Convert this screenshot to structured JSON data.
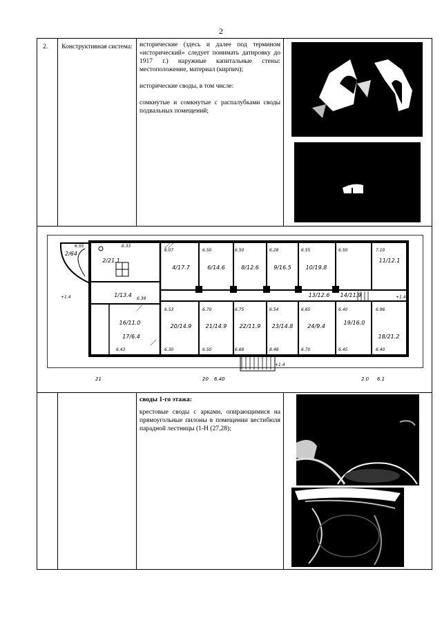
{
  "page": {
    "number": "2"
  },
  "row1": {
    "index": "2.",
    "system_label": "Конструктивная система:",
    "paragraphs": [
      "исторические (здесь и далее под термином «исторический» следует понимать датировку до 1917 г.) наружные капитальные стены: местоположение, материал (кирпич);",
      "исторические своды, в том числе:",
      "сомкнутые и сомкнутые с распалубками своды подвальных помещений;"
    ]
  },
  "row3": {
    "heading": "своды 1-го этажа:",
    "paragraph": "крестовые своды с арками, опирающимися на прямоугольные пилоны в помещении вестибюля парадной лестницы (1-Н (27,28);"
  },
  "plan": {
    "room_labels": [
      "2/64",
      "2/21.1",
      "1/13.4",
      "4/17.7",
      "6/14.6",
      "8/12.6",
      "9/16.5",
      "10/19.8",
      "11/12.1",
      "13/12.6",
      "14/11.9",
      "16/11.0",
      "17/6.4",
      "18/21.2",
      "19/16.0",
      "20/14.9",
      "21/14.9",
      "22/11.9",
      "23/14.8",
      "24/9.4"
    ],
    "dim_labels": [
      "6.55",
      "6.33",
      "6.07",
      "6.50",
      "6.50",
      "6.28",
      "6.55",
      "6.50",
      "7.10",
      "6.39",
      "6.53",
      "6.70",
      "6.75",
      "6.54",
      "6.65",
      "6.40",
      "6.96",
      "6.43",
      "6.30",
      "6.50",
      "6.68",
      "8.48",
      "6.70",
      "6.45",
      "6.40"
    ],
    "level_labels": [
      "+1.4",
      "+1.4",
      "+1.4"
    ],
    "bottom_labels": [
      "21",
      "20",
      "6.40",
      "2.0",
      "6.1"
    ]
  }
}
